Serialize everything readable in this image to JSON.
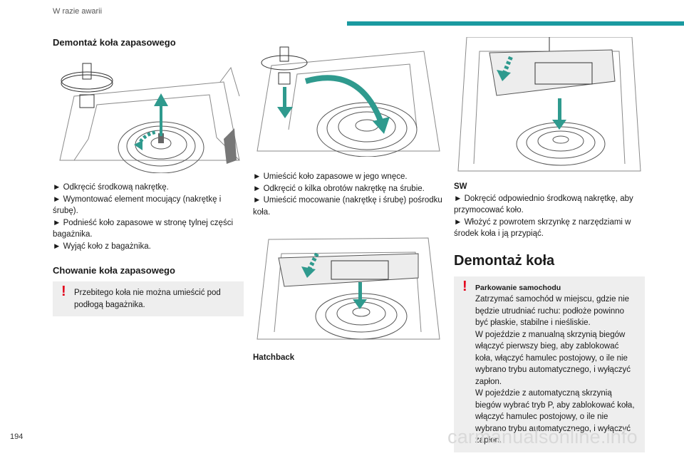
{
  "header": {
    "section": "W razie awarii"
  },
  "page_number": "194",
  "watermark": "carmanualsonline.info",
  "col1": {
    "heading1": "Demontaż koła zapasowego",
    "steps1": [
      "► Odkręcić środkową nakrętkę.",
      "► Wymontować element mocujący (nakrętkę i śrubę).",
      "► Podnieść koło zapasowe w stronę tylnej części bagażnika.",
      "► Wyjąć koło z bagażnika."
    ],
    "heading2": "Chowanie koła zapasowego",
    "warning": "Przebitego koła nie można umieścić pod podłogą bagażnika."
  },
  "col2": {
    "steps": [
      "► Umieścić koło zapasowe w jego wnęce.",
      "► Odkręcić o kilka obrotów nakrętkę na śrubie.",
      "► Umieścić mocowanie (nakrętkę i śrubę) pośrodku koła."
    ],
    "caption": "Hatchback"
  },
  "col3": {
    "label": "SW",
    "steps": [
      "► Dokręcić odpowiednio środkową nakrętkę, aby przymocować koło.",
      "► Włożyć z powrotem skrzynkę z narzędziami w środek koła i ją przypiąć."
    ],
    "heading": "Demontaż koła",
    "warning": {
      "title": "Parkowanie samochodu",
      "lines": [
        "Zatrzymać samochód w miejscu, gdzie nie będzie utrudniać ruchu: podłoże powinno być płaskie, stabilne i nieśliskie.",
        "W pojeździe z manualną skrzynią biegów włączyć pierwszy bieg, aby zablokować koła, włączyć hamulec postojowy, o ile nie wybrano trybu automatycznego, i wyłączyć zapłon.",
        "W pojeździe z automatyczną skrzynią biegów wybrać tryb P, aby zablokować koła, włączyć hamulec postojowy, o ile nie wybrano trybu automatycznego, i wyłączyć zapłon."
      ]
    }
  },
  "colors": {
    "accent": "#1a9aa0",
    "warning": "#e3001b",
    "arrow": "#2f9a8e"
  }
}
